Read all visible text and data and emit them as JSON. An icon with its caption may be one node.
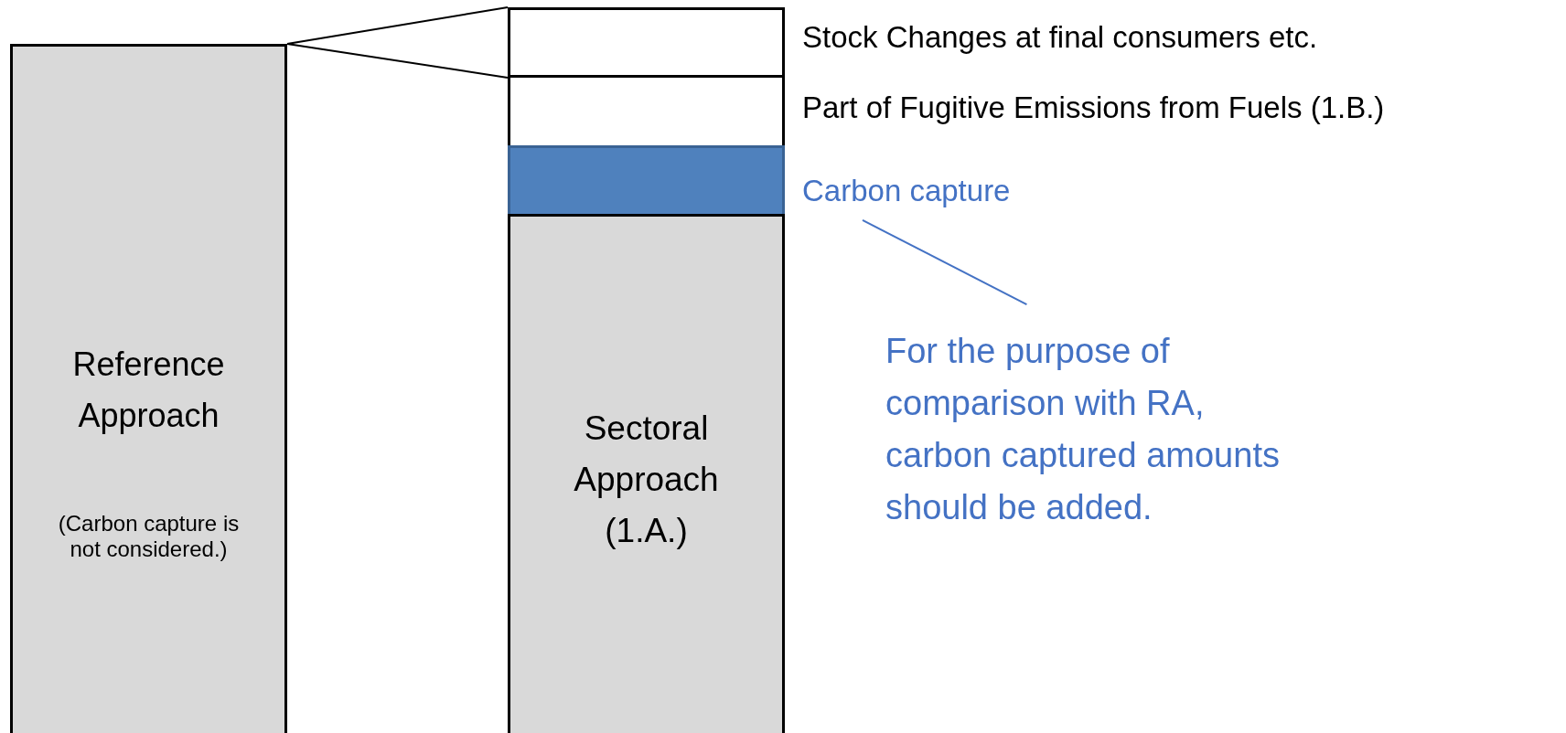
{
  "diagram": {
    "nodes": [
      {
        "text": [
          "Reference Approach",
          "(Carbon capture is not considered.)"
        ]
      },
      {
        "text": [],
        "shape": "box",
        "beside": [
          "Stock Changes at final consumers etc."
        ]
      },
      {
        "text": [],
        "shape": "box",
        "beside": [
          "Part of Fugitive Emissions from Fuels (1.B.)"
        ]
      },
      {
        "text": [],
        "shape": "box"
      },
      {
        "text": [
          "Sectoral Approach (1.A.)"
        ]
      },
      {
        "text": [
          "Carbon capture"
        ]
      },
      {
        "text": [
          "For the purpose of comparison with RA, carbon captured amounts should be added."
        ]
      }
    ],
    "edges": [
      {
        "from": 0,
        "to": 1,
        "arrow": "none"
      },
      {
        "from": 0,
        "to": 1,
        "arrow": "none"
      },
      {
        "from": 5,
        "to": 6,
        "arrow": "none",
        "color": "#4472c4"
      }
    ]
  }
}
